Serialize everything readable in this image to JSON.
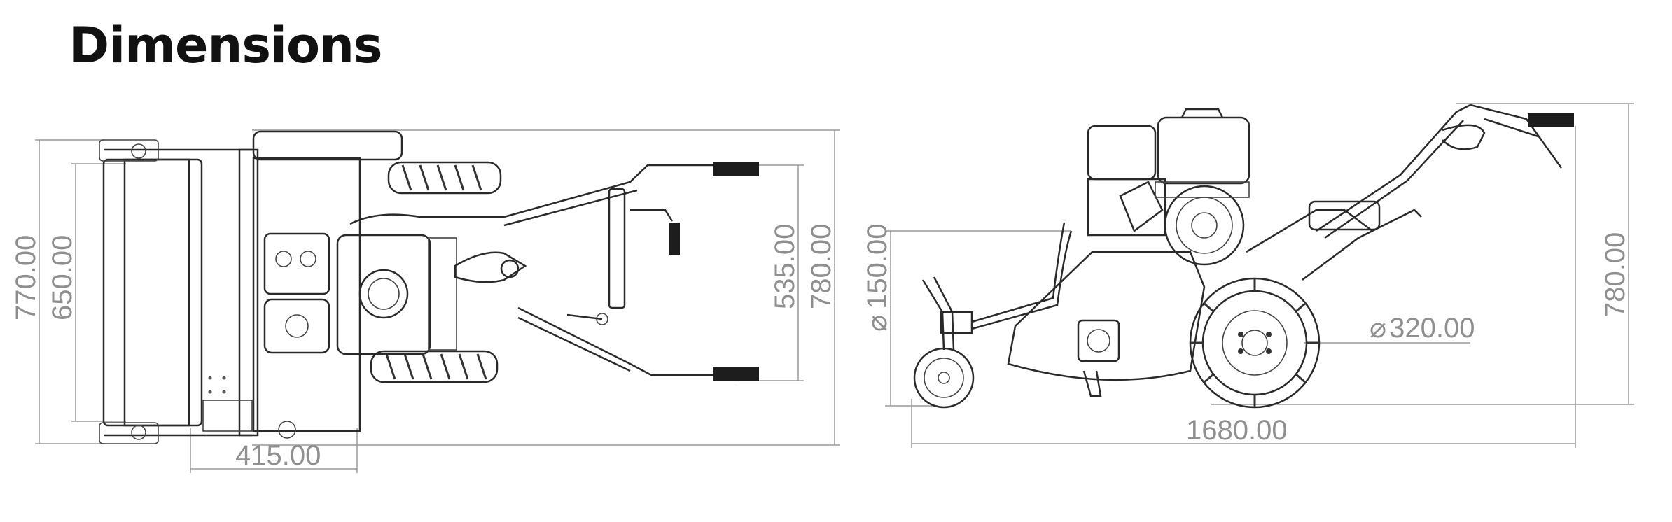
{
  "title": "Dimensions",
  "top_view": {
    "dims": {
      "overall_width": "770.00",
      "inner_width": "650.00",
      "handle_width": "535.00",
      "overall_length": "780.00",
      "base_length": "415.00"
    }
  },
  "side_view": {
    "dims": {
      "caster_height": "150.00",
      "wheel_diameter": "320.00",
      "overall_height": "780.00",
      "overall_length": "1680.00"
    },
    "diameter_symbol": "⌀"
  },
  "colors": {
    "title": "#111111",
    "dimension_text": "#8f8f8f",
    "line": "#2a2a2a"
  }
}
